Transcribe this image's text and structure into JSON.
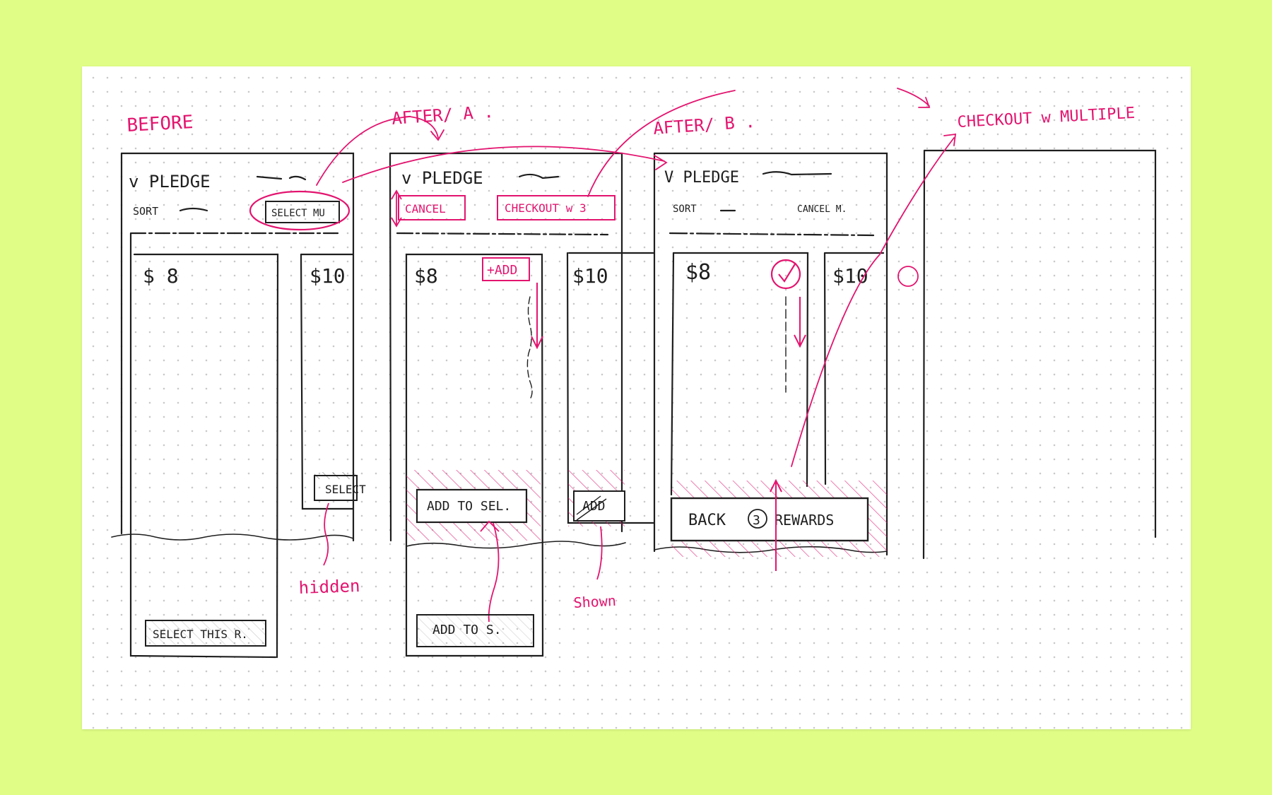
{
  "labels": {
    "before": "BEFORE",
    "after_a": "AFTER/ A .",
    "after_b": "AFTER/ B .",
    "checkout_multiple": "CHECKOUT w MULTIPLE"
  },
  "before": {
    "pledge": "v PLEDGE",
    "sort": "SORT",
    "select_multi": "SELECT MU",
    "price_left": "$ 8",
    "price_right": "$10",
    "select_right": "SELECT",
    "select_this": "SELECT THIS R.",
    "note_hidden": "hidden"
  },
  "after_a": {
    "pledge": "v PLEDGE",
    "cancel": "CANCEL",
    "checkout": "CHECKOUT w 3",
    "price_left": "$8",
    "add_badge": "+ADD",
    "price_right": "$10",
    "add_to_sel": "ADD TO SEL.",
    "add_right": "ADD",
    "add_to_s": "ADD TO S.",
    "note_shown": "Shown"
  },
  "after_b": {
    "pledge": "V PLEDGE",
    "sort": "SORT",
    "cancel_m": "CANCEL M.",
    "price_left": "$8",
    "price_right": "$10",
    "back_label": "BACK",
    "back_count": "3",
    "rewards_label": "REWARDS"
  },
  "colors": {
    "ink_pink": "#e3146f",
    "ink_dark": "#1e1e1e",
    "paper": "#ffffff",
    "background": "#e0fe86"
  }
}
